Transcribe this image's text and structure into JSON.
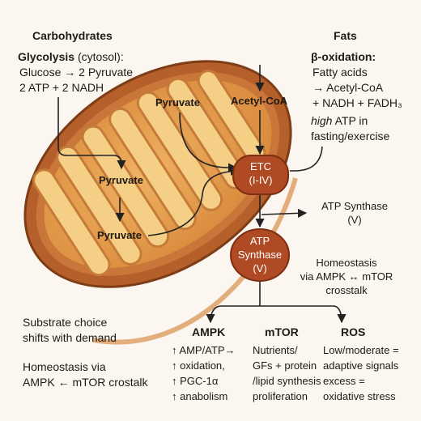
{
  "carbohydrates": {
    "heading": "Carbohydrates",
    "glycolysis_title": "Glycolysis",
    "glycolysis_loc": "(cytosol):",
    "line1": "Glucose → 2 Pyruvate",
    "line2": "2 ATP + 2 NADH"
  },
  "fats": {
    "heading": "Fats",
    "beta_title": "β-oxidation:",
    "line1": "Fatty acids",
    "line2": "→ Acetyl-CoA",
    "line3": "+ NADH + FADH₃",
    "line4_em": "high",
    "line4_rest": "ATP in",
    "line5": "fasting/exercise"
  },
  "mito": {
    "pyruvate_a": "Pyruvate",
    "acetyl_coa": "Acetyl-CoA",
    "pyruvate_b": "Pyruvate",
    "pyruvate_c": "Pyruvate"
  },
  "etc": {
    "line1": "ETC",
    "line2": "(I-IV)"
  },
  "atp_synthase_outside": {
    "line1": "ATP Synthase",
    "line2": "(V)"
  },
  "atp_synthase_node": {
    "line1": "ATP",
    "line2": "Synthase",
    "line3": "(V)"
  },
  "homeostasis_right": {
    "line1": "Homeostasis",
    "line2": "via AMPK ↔ mTOR",
    "line3": "crosstalk"
  },
  "left_notes": {
    "substrate_line1": "Substrate choice",
    "substrate_line2": "shifts with demand",
    "homeo_line1": "Homeostasis via",
    "homeo_line2": "AMPK ← mTOR crostalk"
  },
  "ampk": {
    "heading": "AMPK",
    "items": [
      "↑ AMP/ATP→",
      "↑ oxidation,",
      "↑ PGC-1α",
      "↑ anabolism"
    ]
  },
  "mtor": {
    "heading": "mTOR",
    "items": [
      "Nutrients/",
      "GFs + protein",
      "/lipid synthesis",
      "proliferation"
    ]
  },
  "ros": {
    "heading": "ROS",
    "items": [
      "Low/moderate =",
      "adaptive signals",
      "excess =",
      "oxidative stress"
    ]
  },
  "colors": {
    "mito_outer": "#b5602a",
    "mito_matrix": "#e9a24f",
    "cristae": "#f6cf86",
    "node_fill": "#b04a25",
    "arrow": "#222222"
  }
}
